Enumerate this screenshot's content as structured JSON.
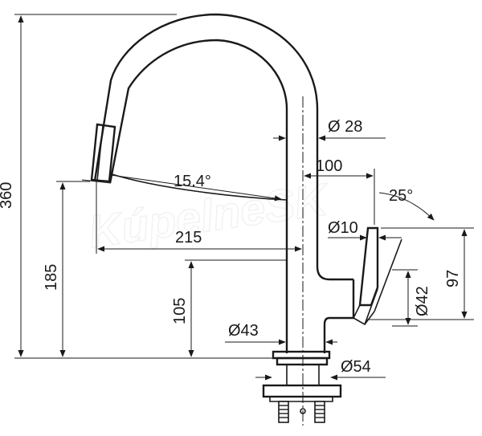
{
  "watermark": "KúpelneSK",
  "dimensions": {
    "total_height": "360",
    "spout_height": "185",
    "lever_height": "105",
    "tube_diameter": "Ø 28",
    "lever_offset": "100",
    "spout_angle": "15.4°",
    "lever_angle": "25°",
    "lever_diameter": "Ø10",
    "reach": "215",
    "lever_block_height": "97",
    "lever_block_diameter": "Ø42",
    "base_diameter": "Ø43",
    "flange_diameter": "Ø54"
  }
}
